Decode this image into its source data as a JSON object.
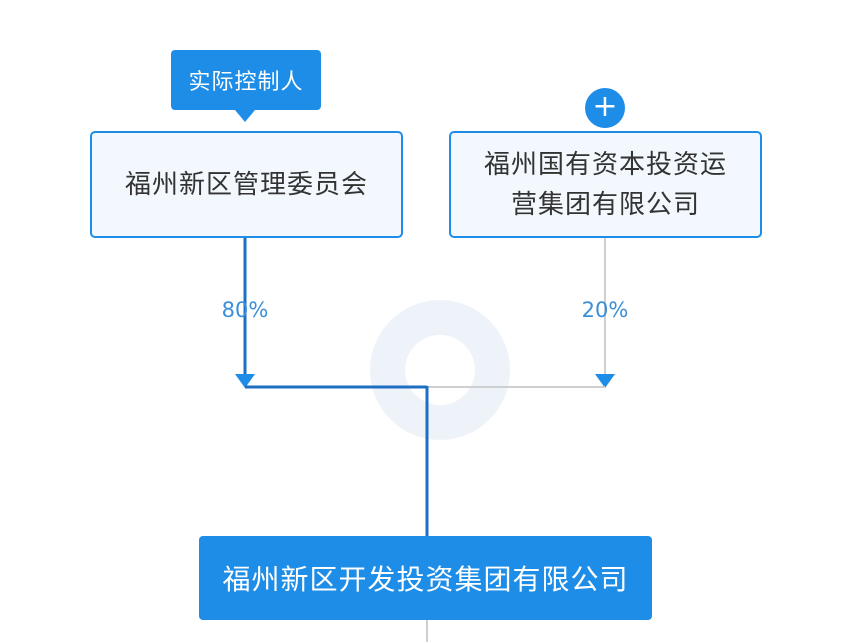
{
  "colors": {
    "accent": "#1e8de7",
    "muted_line": "#cccccc",
    "text": "#333333"
  },
  "tag": {
    "label": "实际控制人"
  },
  "shareholders": [
    {
      "name": "福州新区管理委员会",
      "percent": "80%",
      "controller": true
    },
    {
      "name": "福州国有资本投资运营集团有限公司",
      "percent": "20%",
      "controller": false
    }
  ],
  "expand_icon": {
    "icon": "plus-icon",
    "glyph": "+"
  },
  "target": {
    "name": "福州新区开发投资集团有限公司"
  }
}
